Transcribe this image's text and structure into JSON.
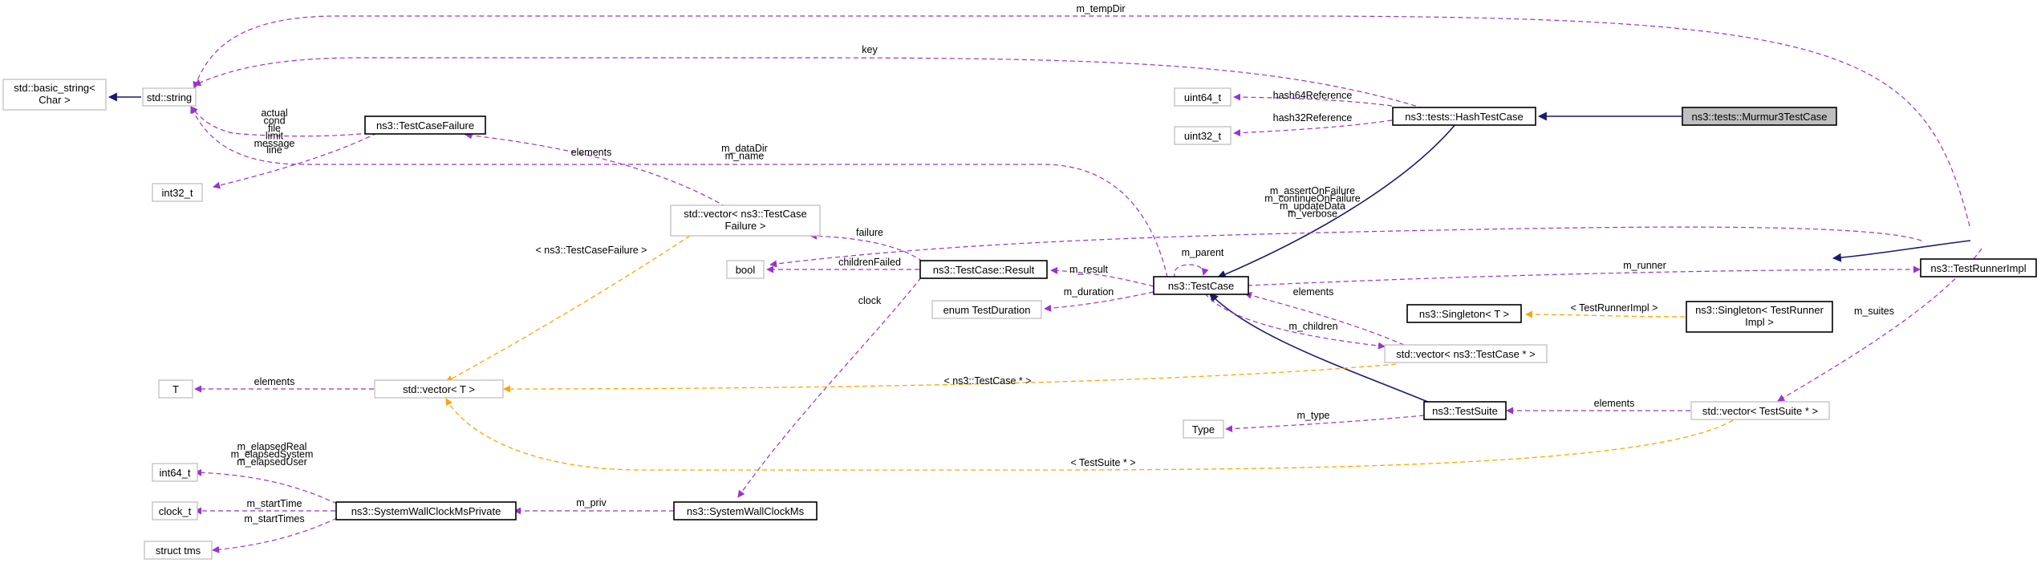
{
  "colors": {
    "usage_edge": "#9a32cd",
    "template_edge": "#ffa500",
    "inheritance_edge": "#191970",
    "focus_node_fill": "#bfbfbf",
    "documented_node_border": "#000000",
    "undocumented_node_border": "#bfbfbf"
  },
  "nodes": {
    "basic_string": [
      "std::basic_string<",
      "Char >"
    ],
    "string": [
      "std::string"
    ],
    "test_case_failure": [
      "ns3::TestCaseFailure"
    ],
    "int32": [
      "int32_t"
    ],
    "vector_failure": [
      "std::vector< ns3::TestCase",
      "Failure >"
    ],
    "bool": [
      "bool"
    ],
    "result": [
      "ns3::TestCase::Result"
    ],
    "enum_duration": [
      "enum TestDuration"
    ],
    "test_case": [
      "ns3::TestCase"
    ],
    "t": [
      "T"
    ],
    "vector_t": [
      "std::vector< T >"
    ],
    "vector_testcase": [
      "std::vector< ns3::TestCase * >"
    ],
    "singleton_t": [
      "ns3::Singleton< T >"
    ],
    "singleton_runner": [
      "ns3::Singleton< TestRunner",
      "Impl >"
    ],
    "uint64": [
      "uint64_t"
    ],
    "uint32": [
      "uint32_t"
    ],
    "hash_test_case": [
      "ns3::tests::HashTestCase"
    ],
    "murmur3": [
      "ns3::tests::Murmur3TestCase"
    ],
    "runner_impl": [
      "ns3::TestRunnerImpl"
    ],
    "type": [
      "Type"
    ],
    "test_suite": [
      "ns3::TestSuite"
    ],
    "vector_suite": [
      "std::vector< TestSuite * >"
    ],
    "int64": [
      "int64_t"
    ],
    "clock": [
      "clock_t"
    ],
    "struct_tms": [
      "struct tms"
    ],
    "wall_private": [
      "ns3::SystemWallClockMsPrivate"
    ],
    "wall": [
      "ns3::SystemWallClockMs"
    ]
  },
  "edge_labels": {
    "temp_dir": [
      "m_tempDir"
    ],
    "key": [
      "key"
    ],
    "failure_strings": [
      "actual",
      "cond",
      "file",
      "limit",
      "message"
    ],
    "line": [
      "line"
    ],
    "data_dir": [
      "m_dataDir",
      "m_name"
    ],
    "elements_failure": [
      "elements"
    ],
    "tcf_template": [
      "< ns3::TestCaseFailure >"
    ],
    "failure": [
      "failure"
    ],
    "children_failed": [
      "childrenFailed"
    ],
    "runner_bools": [
      "m_assertOnFailure",
      "m_continueOnFailure",
      "m_updateData",
      "m_verbose"
    ],
    "parent": [
      "m_parent"
    ],
    "result": [
      "m_result"
    ],
    "duration": [
      "m_duration"
    ],
    "runner": [
      "m_runner"
    ],
    "clock_edge": [
      "clock"
    ],
    "elements_tc": [
      "elements"
    ],
    "children": [
      "m_children"
    ],
    "elements_t": [
      "elements"
    ],
    "tc_template": [
      "< ns3::TestCase * >"
    ],
    "runner_template": [
      "< TestRunnerImpl >"
    ],
    "suites": [
      "m_suites"
    ],
    "hash64": [
      "hash64Reference"
    ],
    "hash32": [
      "hash32Reference"
    ],
    "type": [
      "m_type"
    ],
    "elements_suite": [
      "elements"
    ],
    "suite_template": [
      "< TestSuite * >"
    ],
    "elapsed": [
      "m_elapsedReal",
      "m_elapsedSystem",
      "m_elapsedUser"
    ],
    "start_time": [
      "m_startTime"
    ],
    "start_times": [
      "m_startTimes"
    ],
    "priv": [
      "m_priv"
    ]
  }
}
